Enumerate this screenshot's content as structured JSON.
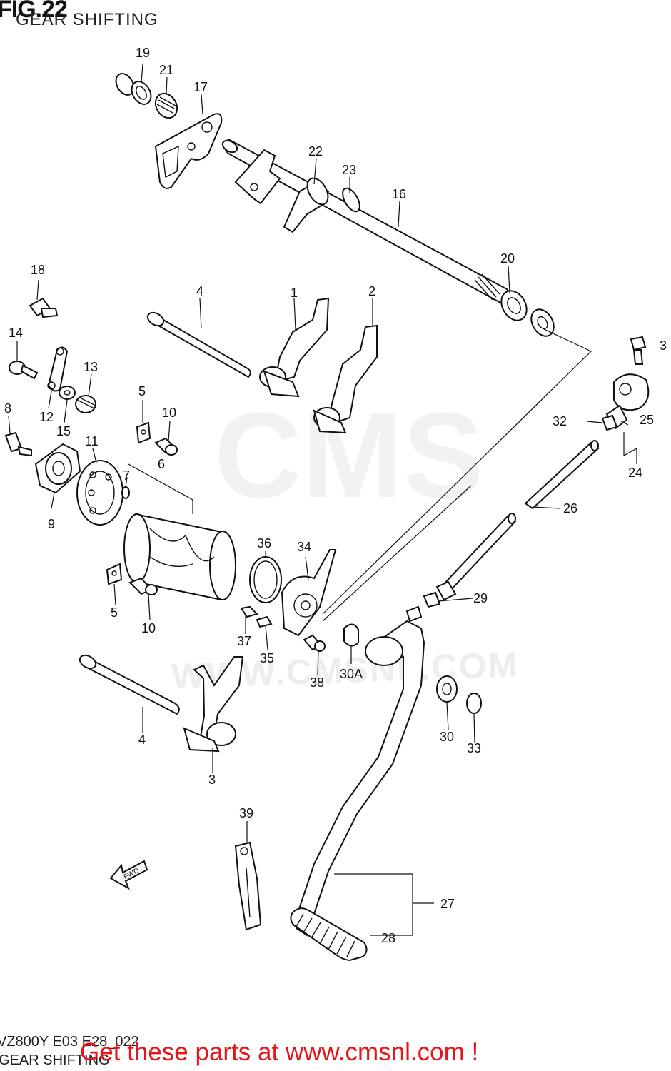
{
  "header": {
    "fig_title": "FIG.22",
    "fig_subtitle": "GEAR SHIFTING"
  },
  "footer": {
    "ref_code": "VZ800Y E03 E28_022",
    "ref_subtitle": "GEAR SHIFTING",
    "promo_text": "Get these parts at www.cmsnl.com !"
  },
  "watermark": {
    "text": "WWW.CMSNL.COM",
    "logo_text": "CMS"
  },
  "parts": [
    {
      "id": "p19",
      "label": "19"
    },
    {
      "id": "p21",
      "label": "21"
    },
    {
      "id": "p17",
      "label": "17"
    },
    {
      "id": "p22",
      "label": "22"
    },
    {
      "id": "p23",
      "label": "23"
    },
    {
      "id": "p16",
      "label": "16"
    },
    {
      "id": "p18",
      "label": "18"
    },
    {
      "id": "p4a",
      "label": "4"
    },
    {
      "id": "p1",
      "label": "1"
    },
    {
      "id": "p2",
      "label": "2"
    },
    {
      "id": "p20",
      "label": "20"
    },
    {
      "id": "p3b",
      "label": "3"
    },
    {
      "id": "p14",
      "label": "14"
    },
    {
      "id": "p13",
      "label": "13"
    },
    {
      "id": "p5a",
      "label": "5"
    },
    {
      "id": "p8",
      "label": "8"
    },
    {
      "id": "p12",
      "label": "12"
    },
    {
      "id": "p15",
      "label": "15"
    },
    {
      "id": "p10a",
      "label": "10"
    },
    {
      "id": "p32",
      "label": "32"
    },
    {
      "id": "p25",
      "label": "25"
    },
    {
      "id": "p11",
      "label": "11"
    },
    {
      "id": "p7",
      "label": "7"
    },
    {
      "id": "p6",
      "label": "6"
    },
    {
      "id": "p24",
      "label": "24"
    },
    {
      "id": "p9",
      "label": "9"
    },
    {
      "id": "p26",
      "label": "26"
    },
    {
      "id": "p36",
      "label": "36"
    },
    {
      "id": "p34",
      "label": "34"
    },
    {
      "id": "p29",
      "label": "29"
    },
    {
      "id": "p5b",
      "label": "5"
    },
    {
      "id": "p10b",
      "label": "10"
    },
    {
      "id": "p37",
      "label": "37"
    },
    {
      "id": "p35",
      "label": "35"
    },
    {
      "id": "p38",
      "label": "38"
    },
    {
      "id": "p30a",
      "label": "30A"
    },
    {
      "id": "p4b",
      "label": "4"
    },
    {
      "id": "p30",
      "label": "30"
    },
    {
      "id": "p33",
      "label": "33"
    },
    {
      "id": "p3",
      "label": "3"
    },
    {
      "id": "p39",
      "label": "39"
    },
    {
      "id": "p27",
      "label": "27"
    },
    {
      "id": "p28",
      "label": "28"
    }
  ],
  "fwd_arrow": {
    "label": "FWD"
  }
}
